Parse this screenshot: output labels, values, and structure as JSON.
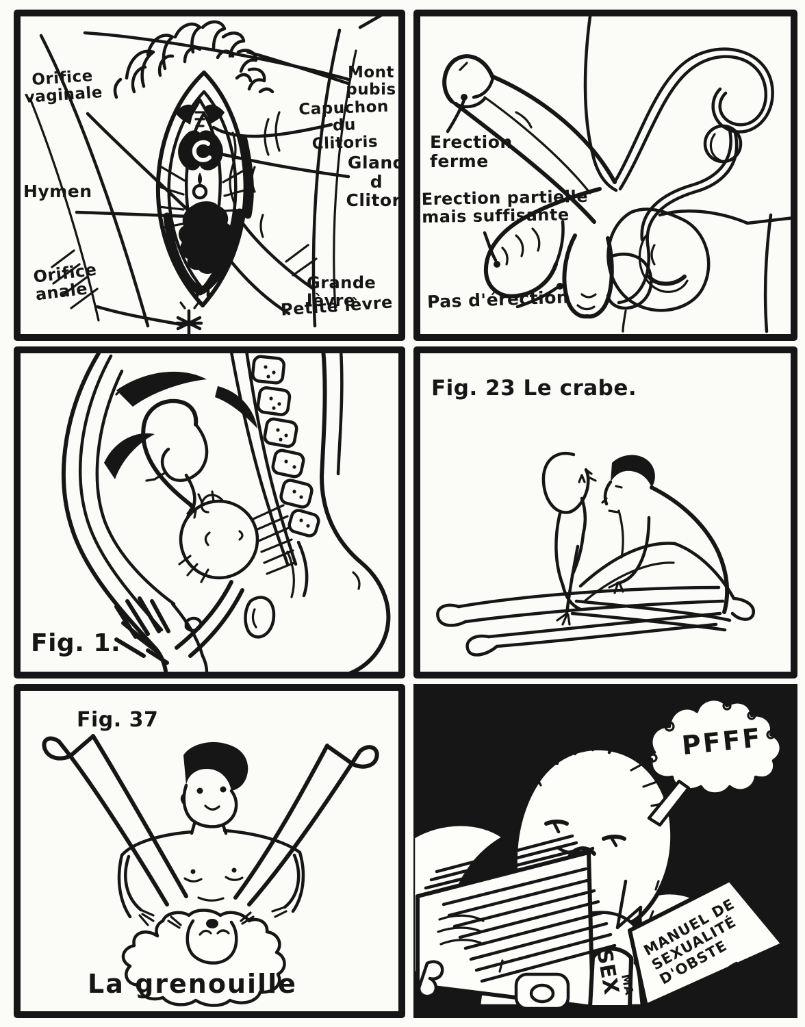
{
  "page": {
    "paper_color": "#fbfbf8",
    "ink_color": "#161616"
  },
  "panel_vulva": {
    "label_orifice_vaginale": "Orifice\nvaginale",
    "label_hymen": "Hymen",
    "label_orifice_anale": "Orifice\nanale",
    "label_mont_pubis": "Mont\npubis",
    "label_capuchon": "Capuchon du\nClitoris",
    "label_gland": "Gland d\nClitori",
    "label_grande_levre": "Grande lèvre",
    "label_petite_levre": "Petite lèvre"
  },
  "panel_erections": {
    "label_ferme": "Erection\nferme",
    "label_partielle": "Erection partielle\nmais suffisante",
    "label_aucune": "Pas d'érection"
  },
  "panel_foetus": {
    "caption": "Fig. 1."
  },
  "panel_crabe": {
    "caption": "Fig. 23  Le crabe."
  },
  "panel_grenouille": {
    "fig_number": "Fig. 37",
    "caption": "La grenouille"
  },
  "panel_lecteur": {
    "sound_effect": "PFFF",
    "book_cover_title": "MANUEL DE\nSEXUALITÉ\nD'OBSTE",
    "book_spine_text_1": "SEX",
    "book_spine_text_2": "MA"
  }
}
